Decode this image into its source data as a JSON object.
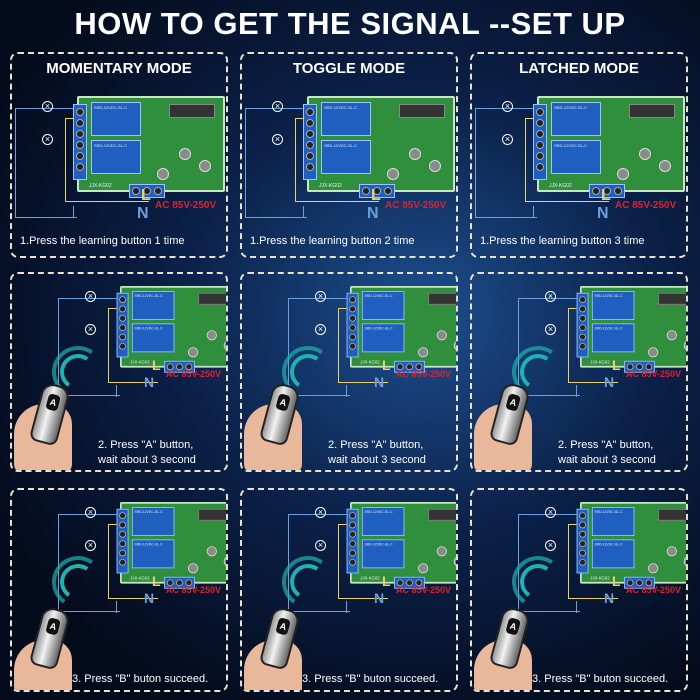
{
  "title": "HOW TO GET THE SIGNAL --SET UP",
  "modes": [
    "MOMENTARY MODE",
    "TOGGLE MODE",
    "LATCHED MODE"
  ],
  "wiring": {
    "live": "L",
    "neutral": "N",
    "ac": "AC 85V-250V",
    "relay_text": "SRD-12VDC-SL-C",
    "board_label": "JJX-KG02"
  },
  "steps": [
    [
      "1.Press the learning button 1 time",
      "1.Press the learning button 2 time",
      "1.Press the learning button 3 time"
    ],
    [
      "2. Press \"A\" button,",
      "wait about 3 second"
    ],
    [
      "3. Press \"B\" buton succeed."
    ]
  ],
  "remote_button": "A",
  "colors": {
    "wire_blue": "#6aa0e0",
    "wire_yellow": "#e8d26a",
    "ac_red": "#e0202a",
    "board_green": "#2f8f3d",
    "relay_blue": "#1f5fbf"
  }
}
